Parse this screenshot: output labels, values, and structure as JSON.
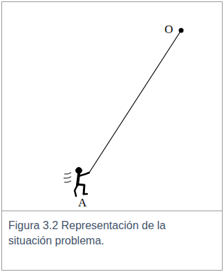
{
  "diagram": {
    "caption": "Figura 3.2 Representación de la situación problema.",
    "labels": [
      "O",
      "A"
    ]
  }
}
